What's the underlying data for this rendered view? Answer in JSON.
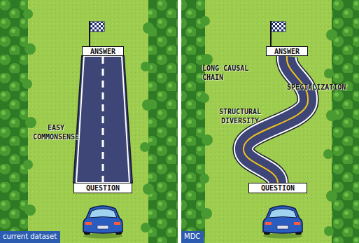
{
  "diagram": {
    "nodes": [
      {
        "text": [
          "current dataset"
        ]
      },
      {
        "text": [
          "QUESTION"
        ],
        "in": 0
      },
      {
        "text": [
          "ANSWER"
        ],
        "in": 0
      },
      {
        "text": [
          "MDC"
        ]
      },
      {
        "text": [
          "QUESTION"
        ],
        "in": 3
      },
      {
        "text": [
          "ANSWER"
        ],
        "in": 3
      }
    ],
    "edges": [
      {
        "from": 1,
        "to": 2,
        "arrow": "none"
      },
      {
        "from": 4,
        "to": 5,
        "arrow": "none"
      }
    ],
    "labels": [
      "EASY COMMONSENSE",
      "LONG CAUSAL CHAIN",
      "SPECIALIZATION",
      "STRUCTURAL DIVERSITY"
    ]
  }
}
